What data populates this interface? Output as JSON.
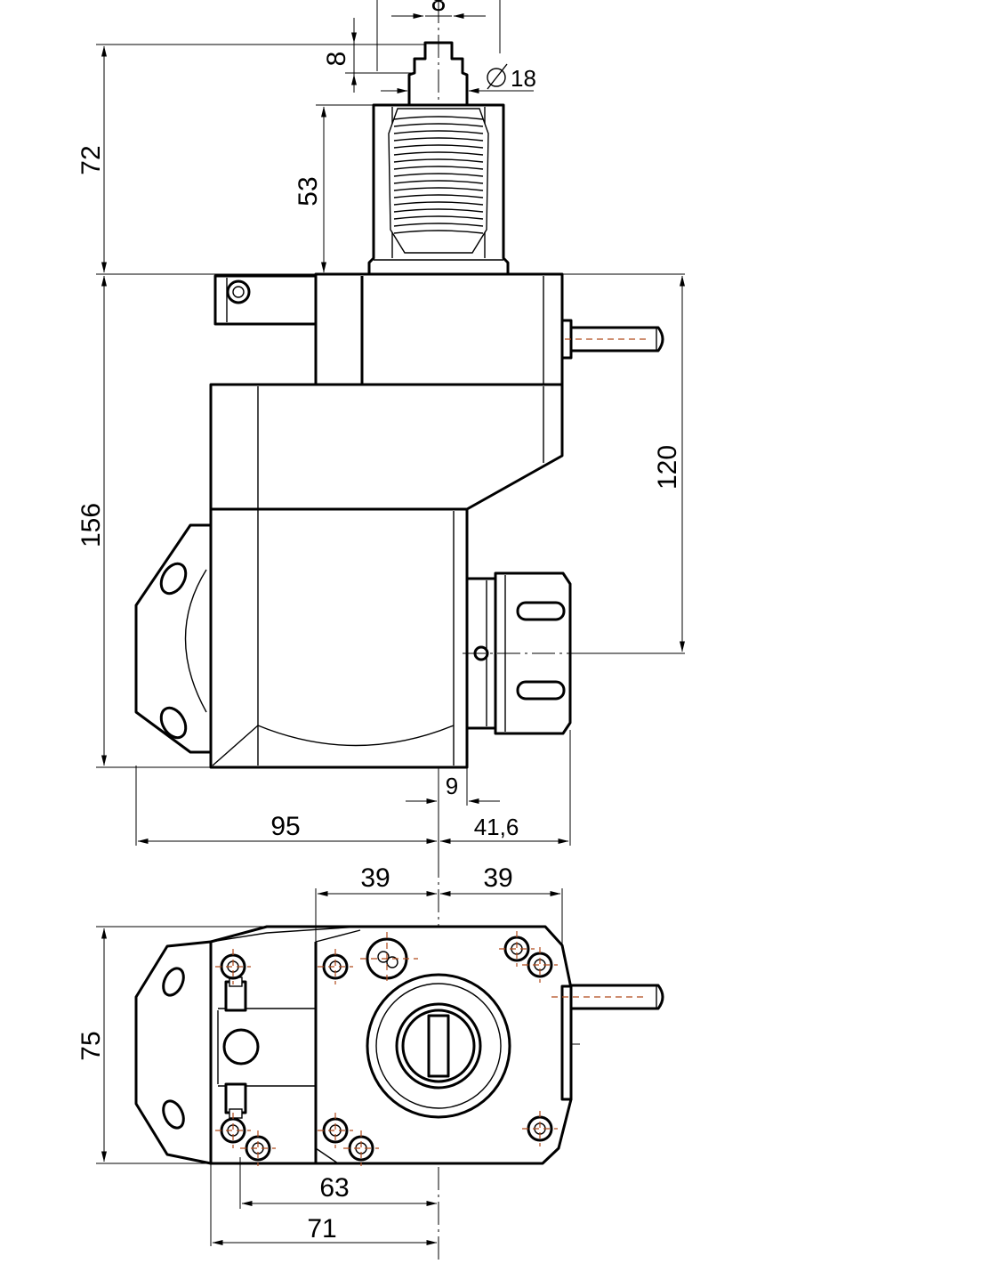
{
  "colors": {
    "line": "#000000",
    "hidden_line": "#b04a1a",
    "background": "#ffffff"
  },
  "icons": [
    "arrow-marker"
  ],
  "dimensions": {
    "height_top": "72",
    "shank_height": "53",
    "collar_height": "8",
    "collar_diameter": "18",
    "total_height": "156",
    "spindle_height": "120",
    "left_extent": "95",
    "nut_offset": "9",
    "right_extent": "41,6",
    "width_left": "39",
    "width_right": "39",
    "depth": "75",
    "hole_spacing_63": "63",
    "hole_spacing_71": "71",
    "top_dim_value": "8"
  }
}
